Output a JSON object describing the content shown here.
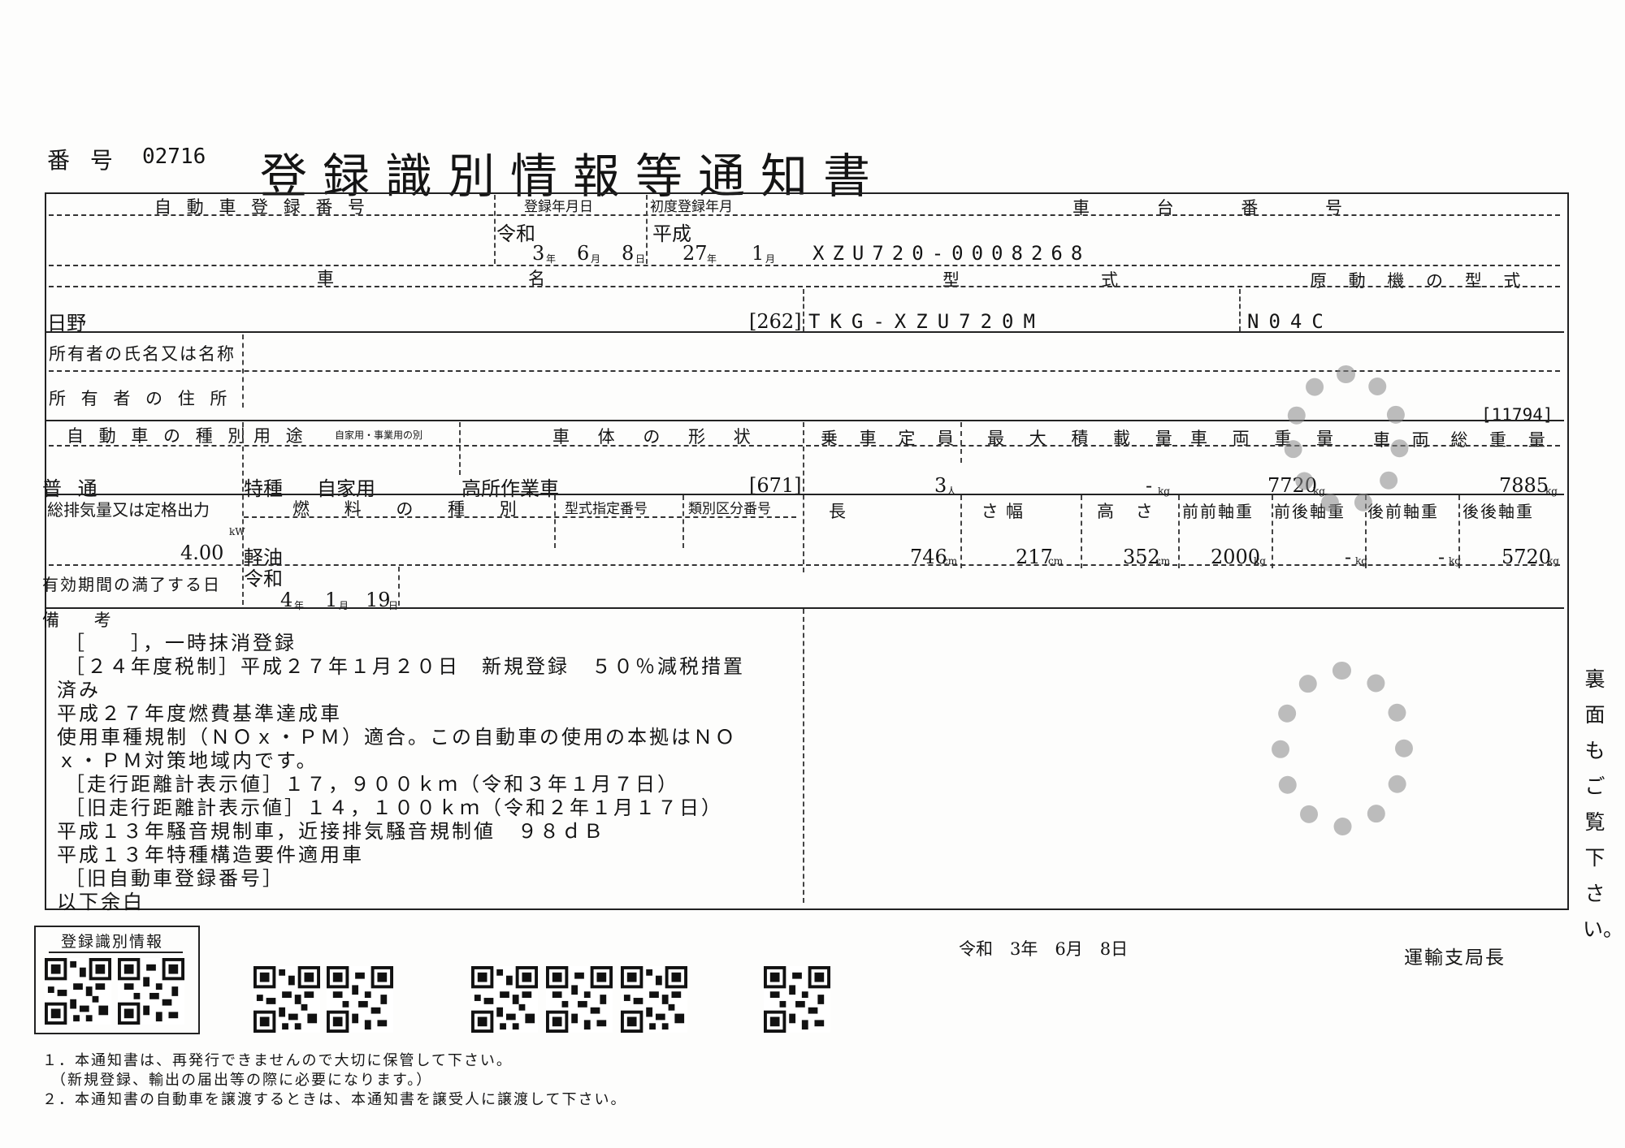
{
  "header": {
    "number_label": "番 号",
    "number_value": "02716",
    "title": "登録識別情報等通知書"
  },
  "row1": {
    "reg_no_label": "自 動 車 登 録 番 号",
    "reg_date_label": "登録年月日",
    "first_reg_label": "初度登録年月",
    "chassis_label": "車 台 番 号",
    "reg_era": "令和",
    "reg_year": "3",
    "reg_year_unit": "年",
    "reg_month": "6",
    "reg_month_unit": "月",
    "reg_day": "8",
    "reg_day_unit": "日",
    "first_era": "平成",
    "first_year": "27",
    "first_year_unit": "年",
    "first_month": "1",
    "first_month_unit": "月",
    "chassis_value": "XZU720-0008268"
  },
  "row2": {
    "name_label_1": "車",
    "name_label_2": "名",
    "model_label_1": "型",
    "model_label_2": "式",
    "engine_label": "原 動 機 の 型 式",
    "name_value": "日野",
    "name_code": "[262]",
    "model_value": "TKG-XZU720M",
    "engine_value": "N04C"
  },
  "owner": {
    "name_label": "所有者の氏名又は名称",
    "address_label": "所 有 者 の 住 所",
    "code": "[11794]"
  },
  "row4": {
    "kind_label": "自 動 車 の 種 別",
    "use_label": "用 途",
    "use_sub_label": "自家用・事業用の別",
    "body_label": "車 体 の 形 状",
    "capacity_label": "乗 車 定 員",
    "max_load_label": "最 大 積 載 量",
    "weight_label": "車 両 重 量",
    "gross_label": "車 両 総 重 量",
    "kind_value": "普 通",
    "use_value": "特種",
    "use_sub_value": "自家用",
    "body_value": "高所作業車",
    "body_code": "[671]",
    "capacity_value": "3",
    "capacity_unit": "人",
    "max_load_value": "-",
    "max_load_unit": "kg",
    "weight_value": "7720",
    "weight_unit": "kg",
    "gross_value": "7885",
    "gross_unit": "kg"
  },
  "row5": {
    "displacement_label": "総排気量又は定格出力",
    "fuel_label": "燃 料 の 種 別",
    "type_designation_label": "型式指定番号",
    "category_label": "類別区分番号",
    "length_label": "長 さ",
    "width_label": "幅",
    "height_label": "高 さ",
    "ff_axle_label": "前前軸重",
    "fr_axle_label": "前後軸重",
    "rf_axle_label": "後前軸重",
    "rr_axle_label": "後後軸重",
    "displacement_unit": "kW",
    "displacement_value": "4.00",
    "fuel_value": "軽油",
    "length_value": "746",
    "length_unit": "cm",
    "width_value": "217",
    "width_unit": "cm",
    "height_value": "352",
    "height_unit": "cm",
    "ff_axle_value": "2000",
    "ff_axle_unit": "kg",
    "fr_axle_value": "-",
    "fr_axle_unit": "kg",
    "rf_axle_value": "-",
    "rf_axle_unit": "kg",
    "rr_axle_value": "5720",
    "rr_axle_unit": "kg"
  },
  "expiry": {
    "label": "有効期間の満了する日",
    "era": "令和",
    "year": "4",
    "year_unit": "年",
    "month": "1",
    "month_unit": "月",
    "day": "19",
    "day_unit": "日"
  },
  "remarks": {
    "label": "備 考",
    "lines": [
      "［　　］，一時抹消登録",
      "［２４年度税制］平成２７年１月２０日　新規登録　５０％減税措置",
      "済み",
      "平成２７年度燃費基準達成車",
      "使用車種規制（ＮＯｘ・ＰＭ）適合。この自動車の使用の本拠はＮＯ",
      "ｘ・ＰＭ対策地域内です。",
      "［走行距離計表示値］１７，９００ｋｍ（令和３年１月７日）",
      "［旧走行距離計表示値］１４，１００ｋｍ（令和２年１月１７日）",
      "平成１３年騒音規制車，近接排気騒音規制値　９８ｄＢ",
      "平成１３年特種構造要件適用車",
      "［旧自動車登録番号］",
      "以下余白"
    ]
  },
  "side_note": "裏面もご覧下さい。",
  "footer": {
    "id_info_label": "登録識別情報",
    "issue_date": "令和　3年　6月　8日",
    "issuer": "運輸支局長",
    "notes": [
      "１．本通知書は、再発行できませんので大切に保管して下さい。",
      "　（新規登録、輸出の届出等の際に必要になります。）",
      "２．本通知書の自動車を譲渡するときは、本通知書を譲受人に譲渡して下さい。"
    ]
  }
}
